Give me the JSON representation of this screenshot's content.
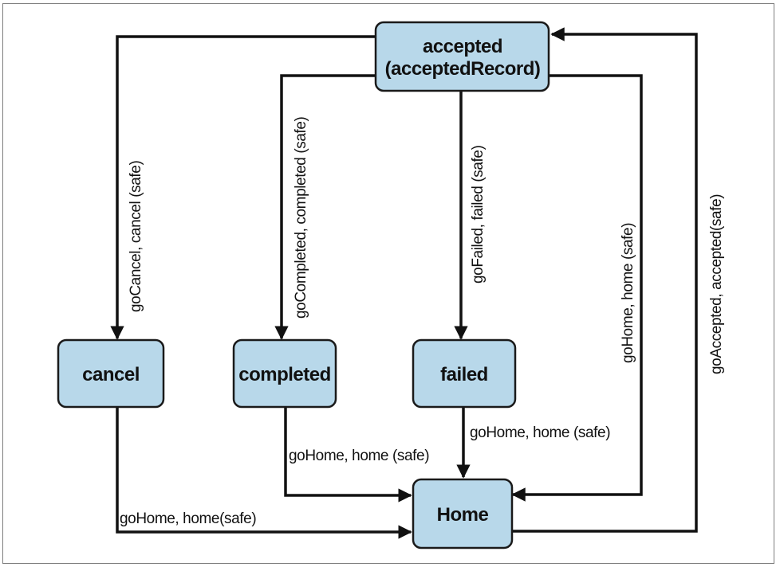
{
  "nodes": {
    "accepted": {
      "line1": "accepted",
      "line2": "(acceptedRecord)"
    },
    "cancel": {
      "label": "cancel"
    },
    "completed": {
      "label": "completed"
    },
    "failed": {
      "label": "failed"
    },
    "home": {
      "label": "Home"
    }
  },
  "edges": {
    "accepted_to_cancel": "goCancel, cancel (safe)",
    "accepted_to_completed": "goCompleted, completed (safe)",
    "accepted_to_failed": "goFailed, failed (safe)",
    "accepted_to_home": "goHome, home (safe)",
    "home_to_accepted": "goAccepted, accepted(safe)",
    "cancel_to_home": "goHome, home(safe)",
    "completed_to_home": "goHome, home (safe)",
    "failed_to_home": "goHome, home (safe)"
  },
  "colors": {
    "node_fill": "#b8d8ea",
    "stroke": "#111111"
  }
}
